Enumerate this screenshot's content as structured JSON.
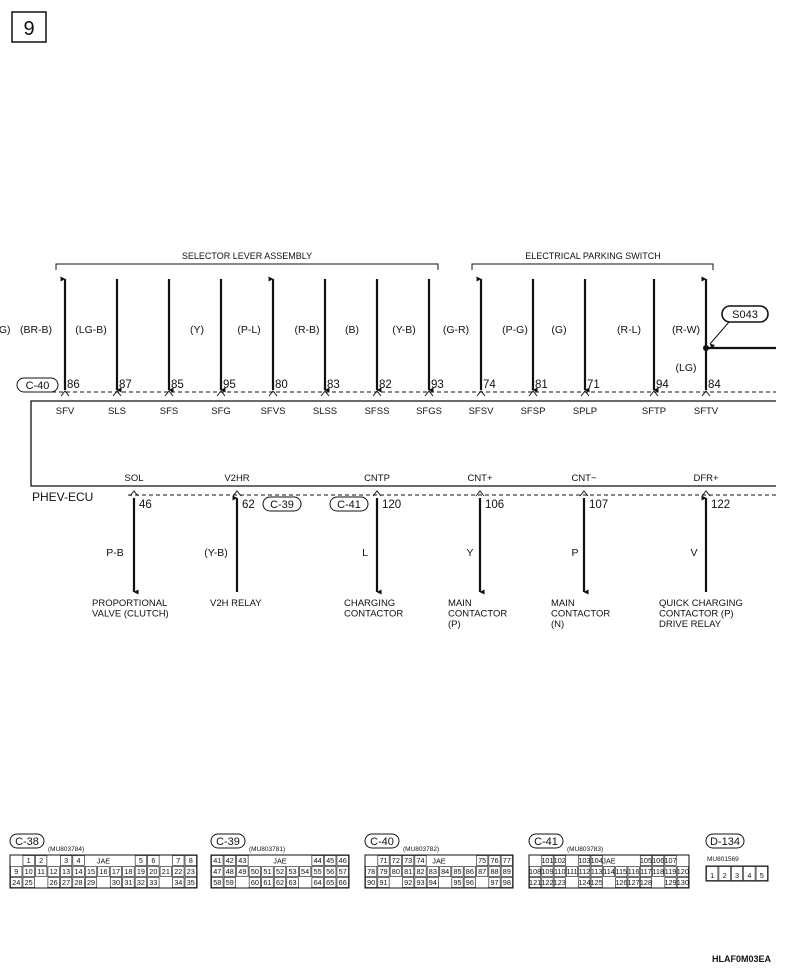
{
  "page_number": "9",
  "groups": [
    {
      "label": "SELECTOR LEVER ASSEMBLY"
    },
    {
      "label": "ELECTRICAL PARKING SWITCH"
    }
  ],
  "splice": "S043",
  "splice_color": "(LG)",
  "ecu_label": "PHEV-ECU",
  "top_connector": "C-40",
  "top_pins": [
    {
      "color": "(BR-B)",
      "pin": "",
      "signal": ""
    },
    {
      "color": "(LG-B)",
      "pin": "86",
      "signal": "SFV",
      "dir": "up"
    },
    {
      "color": "",
      "pin": "87",
      "signal": "SLS",
      "dir": "down"
    },
    {
      "color": "(Y)",
      "pin": "85",
      "signal": "SFS",
      "dir": "down"
    },
    {
      "color": "(P-L)",
      "pin": "95",
      "signal": "SFG",
      "dir": "down"
    },
    {
      "color": "(R-B)",
      "pin": "80",
      "signal": "SFVS",
      "dir": "up"
    },
    {
      "color": "(B)",
      "pin": "83",
      "signal": "SLSS",
      "dir": "down"
    },
    {
      "color": "(Y-B)",
      "pin": "82",
      "signal": "SFSS",
      "dir": "down"
    },
    {
      "color": "(G-R)",
      "pin": "93",
      "signal": "SFGS",
      "dir": "down"
    },
    {
      "color": "(P-G)",
      "pin": "74",
      "signal": "SFSV",
      "dir": "up"
    },
    {
      "color": "(G)",
      "pin": "81",
      "signal": "SFSP",
      "dir": "down"
    },
    {
      "color": "(R-L)",
      "pin": "71",
      "signal": "SPLP",
      "dir": "down"
    },
    {
      "color": "(R-W)",
      "pin": "94",
      "signal": "SFTP",
      "dir": "down"
    },
    {
      "color": "(LG)",
      "pin": "84",
      "signal": "SFTV",
      "dir": "up"
    }
  ],
  "bottom_pins": [
    {
      "signal": "SOL",
      "pin": "46",
      "color": "P-B",
      "dir": "down",
      "dest": [
        "PROPORTIONAL",
        "VALVE (CLUTCH)"
      ]
    },
    {
      "signal": "V2HR",
      "pin": "62",
      "color": "(Y-B)",
      "dir": "up",
      "dest": [
        "V2H RELAY"
      ],
      "connector": "C-39"
    },
    {
      "signal": "CNTP",
      "pin": "120",
      "color": "L",
      "dir": "down",
      "dest": [
        "CHARGING",
        "CONTACTOR"
      ],
      "connector": "C-41"
    },
    {
      "signal": "CNT+",
      "pin": "106",
      "color": "Y",
      "dir": "down",
      "dest": [
        "MAIN",
        "CONTACTOR",
        "(P)"
      ]
    },
    {
      "signal": "CNT−",
      "pin": "107",
      "color": "P",
      "dir": "down",
      "dest": [
        "MAIN",
        "CONTACTOR",
        "(N)"
      ]
    },
    {
      "signal": "DFR+",
      "pin": "122",
      "color": "V",
      "dir": "up",
      "dest": [
        "QUICK CHARGING",
        "CONTACTOR (P)",
        "DRIVE RELAY"
      ]
    }
  ],
  "connector_views": [
    {
      "id": "C-38",
      "part": "(MU803784)",
      "key": "JAE",
      "rows": [
        [
          "1",
          "2",
          "",
          "3",
          "4",
          "",
          "",
          "",
          "",
          "5",
          "6",
          "",
          "7",
          "8"
        ],
        [
          "9",
          "10",
          "11",
          "12",
          "13",
          "14",
          "15",
          "16",
          "17",
          "18",
          "19",
          "20",
          "21",
          "22",
          "23"
        ],
        [
          "24",
          "25",
          "",
          "26",
          "27",
          "28",
          "29",
          "",
          "30",
          "31",
          "32",
          "33",
          "",
          "34",
          "35"
        ]
      ]
    },
    {
      "id": "C-39",
      "part": "(MU803781)",
      "key": "JAE",
      "rows": [
        [
          "41",
          "42",
          "43",
          "",
          "",
          "",
          "",
          "",
          "44",
          "45",
          "46"
        ],
        [
          "47",
          "48",
          "49",
          "50",
          "51",
          "52",
          "53",
          "54",
          "55",
          "56",
          "57"
        ],
        [
          "58",
          "59",
          "",
          "60",
          "61",
          "62",
          "63",
          "",
          "64",
          "65",
          "66"
        ]
      ]
    },
    {
      "id": "C-40",
      "part": "(MU803782)",
      "key": "JAE",
      "rows": [
        [
          "71",
          "72",
          "73",
          "74",
          "",
          "",
          "",
          "",
          "75",
          "76",
          "77"
        ],
        [
          "78",
          "79",
          "80",
          "81",
          "82",
          "83",
          "84",
          "85",
          "86",
          "87",
          "88",
          "89"
        ],
        [
          "90",
          "91",
          "",
          "92",
          "93",
          "94",
          "",
          "95",
          "96",
          "",
          "97",
          "98"
        ]
      ]
    },
    {
      "id": "C-41",
      "part": "(MU803783)",
      "key": "JAE",
      "rows": [
        [
          "101",
          "102",
          "",
          "103",
          "104",
          "",
          "",
          "",
          "105",
          "106",
          "107"
        ],
        [
          "108",
          "109",
          "110",
          "111",
          "112",
          "113",
          "114",
          "115",
          "116",
          "117",
          "118",
          "119",
          "120"
        ],
        [
          "121",
          "122",
          "123",
          "",
          "124",
          "125",
          "",
          "126",
          "127",
          "128",
          "",
          "129",
          "130"
        ]
      ]
    },
    {
      "id": "D-134",
      "part": "MU801569",
      "key": "",
      "rows": [
        [
          "1",
          "2",
          "3",
          "4",
          "5"
        ]
      ]
    }
  ],
  "figure_code": "HLAF0M03EA"
}
